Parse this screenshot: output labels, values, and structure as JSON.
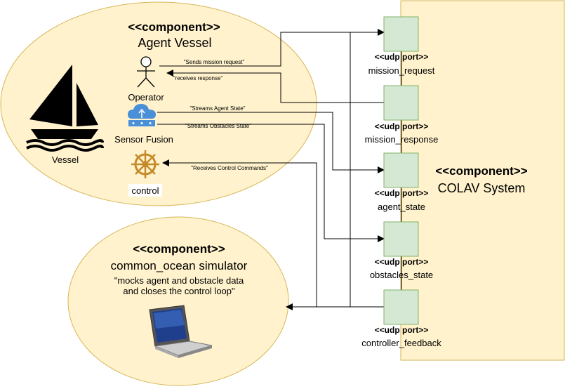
{
  "colors": {
    "fill": "#fff2cc",
    "stroke": "#d6b656",
    "port_fill": "#d5e8d4",
    "port_stroke": "#82b366",
    "line": "#000000",
    "sensor_icon": "#4a90d9",
    "helm_icon": "#c58a2a"
  },
  "agent": {
    "stereotype": "<<component>>",
    "title": "Agent Vessel",
    "vessel_label": "Vessel",
    "operator_label": "Operator",
    "sensor_label": "Sensor Fusion",
    "control_label": "control",
    "icons": {
      "vessel": "sailboat-icon",
      "operator": "actor-stick-figure-icon",
      "sensor": "cloud-network-icon",
      "control": "ship-wheel-icon"
    }
  },
  "simulator": {
    "stereotype": "<<component>>",
    "title": "common_ocean simulator",
    "note_line1": "\"mocks agent and obstacle data",
    "note_line2": "and closes the control loop\"",
    "icon": "laptop-icon"
  },
  "colav": {
    "stereotype": "<<component>>",
    "title": "COLAV System"
  },
  "ports": [
    {
      "stereo": "<<udp port>>",
      "name": "mission_request"
    },
    {
      "stereo": "<<udp port>>",
      "name": "mission_response"
    },
    {
      "stereo": "<<udp port>>",
      "name": "agent_state"
    },
    {
      "stereo": "<<udp port>>",
      "name": "obstacles_state"
    },
    {
      "stereo": "<<udp port>>",
      "name": "controller_feedback"
    }
  ],
  "flows": {
    "sends_mission_request": "\"Sends mission request\"",
    "receives_response": "\"receives response\"",
    "streams_agent_state": "\"Streams Agent State\"",
    "streams_obstacles_state": "\"Streams Obstacles State\"",
    "receives_control_commands": "\"Receives Control Commands\""
  }
}
